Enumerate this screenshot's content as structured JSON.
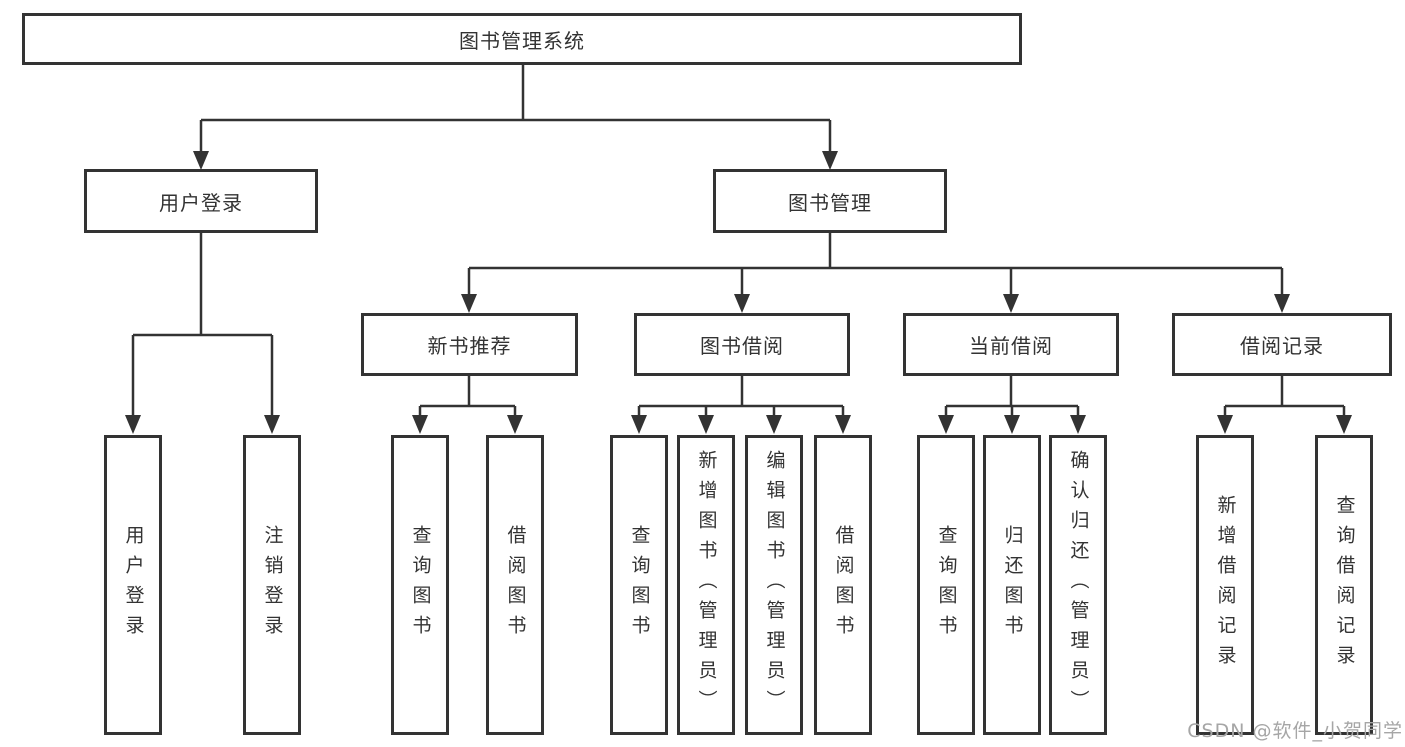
{
  "watermark": "CSDN @软件_小贺同学",
  "colors": {
    "line": "#333333",
    "text": "#333333",
    "box_background": "#ffffff",
    "watermark": "#a6a6a6"
  },
  "tree": {
    "label": "图书管理系统",
    "children": [
      {
        "label": "用户登录",
        "children": [
          {
            "label": "用户登录"
          },
          {
            "label": "注销登录"
          }
        ]
      },
      {
        "label": "图书管理",
        "children": [
          {
            "label": "新书推荐",
            "children": [
              {
                "label": "查询图书"
              },
              {
                "label": "借阅图书"
              }
            ]
          },
          {
            "label": "图书借阅",
            "children": [
              {
                "label": "查询图书"
              },
              {
                "label": "新增图书（管理员）"
              },
              {
                "label": "编辑图书（管理员）"
              },
              {
                "label": "借阅图书"
              }
            ]
          },
          {
            "label": "当前借阅",
            "children": [
              {
                "label": "查询图书"
              },
              {
                "label": "归还图书"
              },
              {
                "label": "确认归还（管理员）"
              }
            ]
          },
          {
            "label": "借阅记录",
            "children": [
              {
                "label": "新增借阅记录"
              },
              {
                "label": "查询借阅记录"
              }
            ]
          }
        ]
      }
    ]
  }
}
